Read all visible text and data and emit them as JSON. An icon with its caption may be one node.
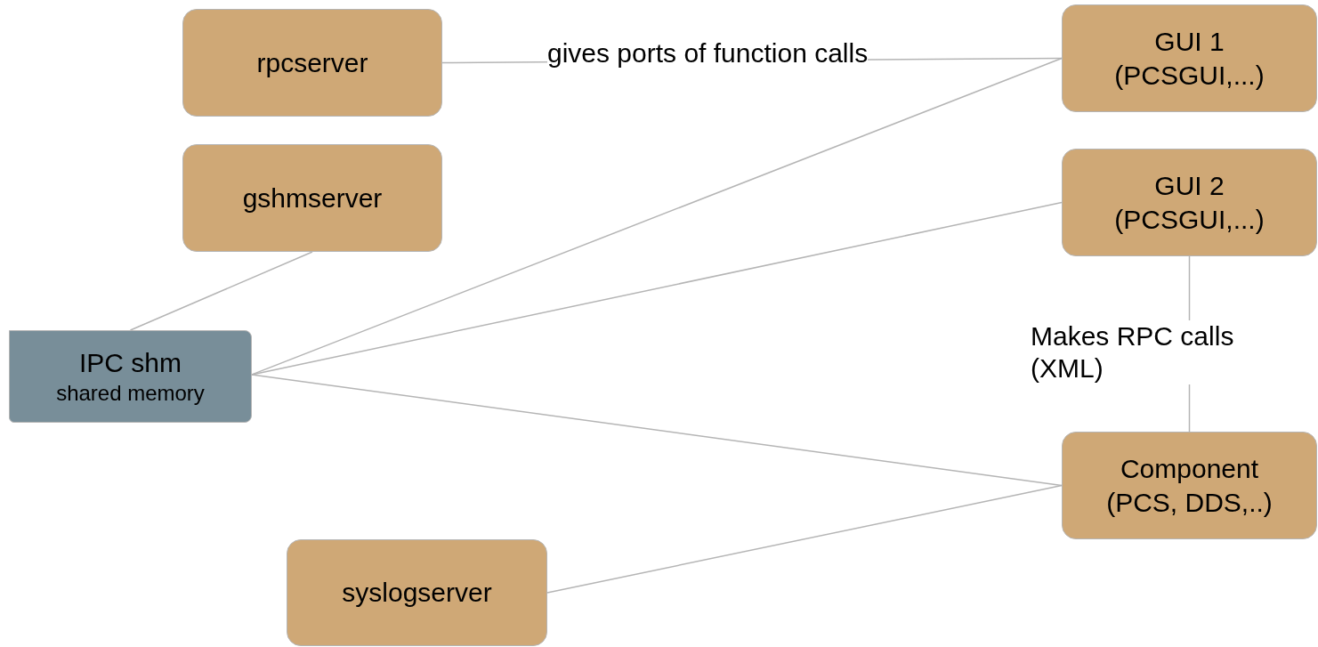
{
  "diagram": {
    "nodes": [
      {
        "text": [
          "rpcserver"
        ]
      },
      {
        "text": [
          "gshmserver"
        ]
      },
      {
        "text": [
          "IPC shm",
          "shared memory"
        ]
      },
      {
        "text": [
          "GUI 1",
          "(PCSGUI,...)"
        ]
      },
      {
        "text": [
          "GUI 2",
          "(PCSGUI,...)"
        ]
      },
      {
        "text": [
          "Component",
          "(PCS, DDS,..)"
        ]
      },
      {
        "text": [
          "syslogserver"
        ]
      }
    ],
    "edges": [
      {
        "from": 0,
        "to": 3,
        "arrow": "none",
        "label": "gives ports of function calls"
      },
      {
        "from": 1,
        "to": 2,
        "arrow": "none"
      },
      {
        "from": 2,
        "to": 3,
        "arrow": "none"
      },
      {
        "from": 2,
        "to": 4,
        "arrow": "none"
      },
      {
        "from": 2,
        "to": 5,
        "arrow": "none"
      },
      {
        "from": 4,
        "to": 5,
        "arrow": "none",
        "label": "Makes RPC calls (XML)"
      },
      {
        "from": 6,
        "to": 5,
        "arrow": "none"
      }
    ]
  }
}
